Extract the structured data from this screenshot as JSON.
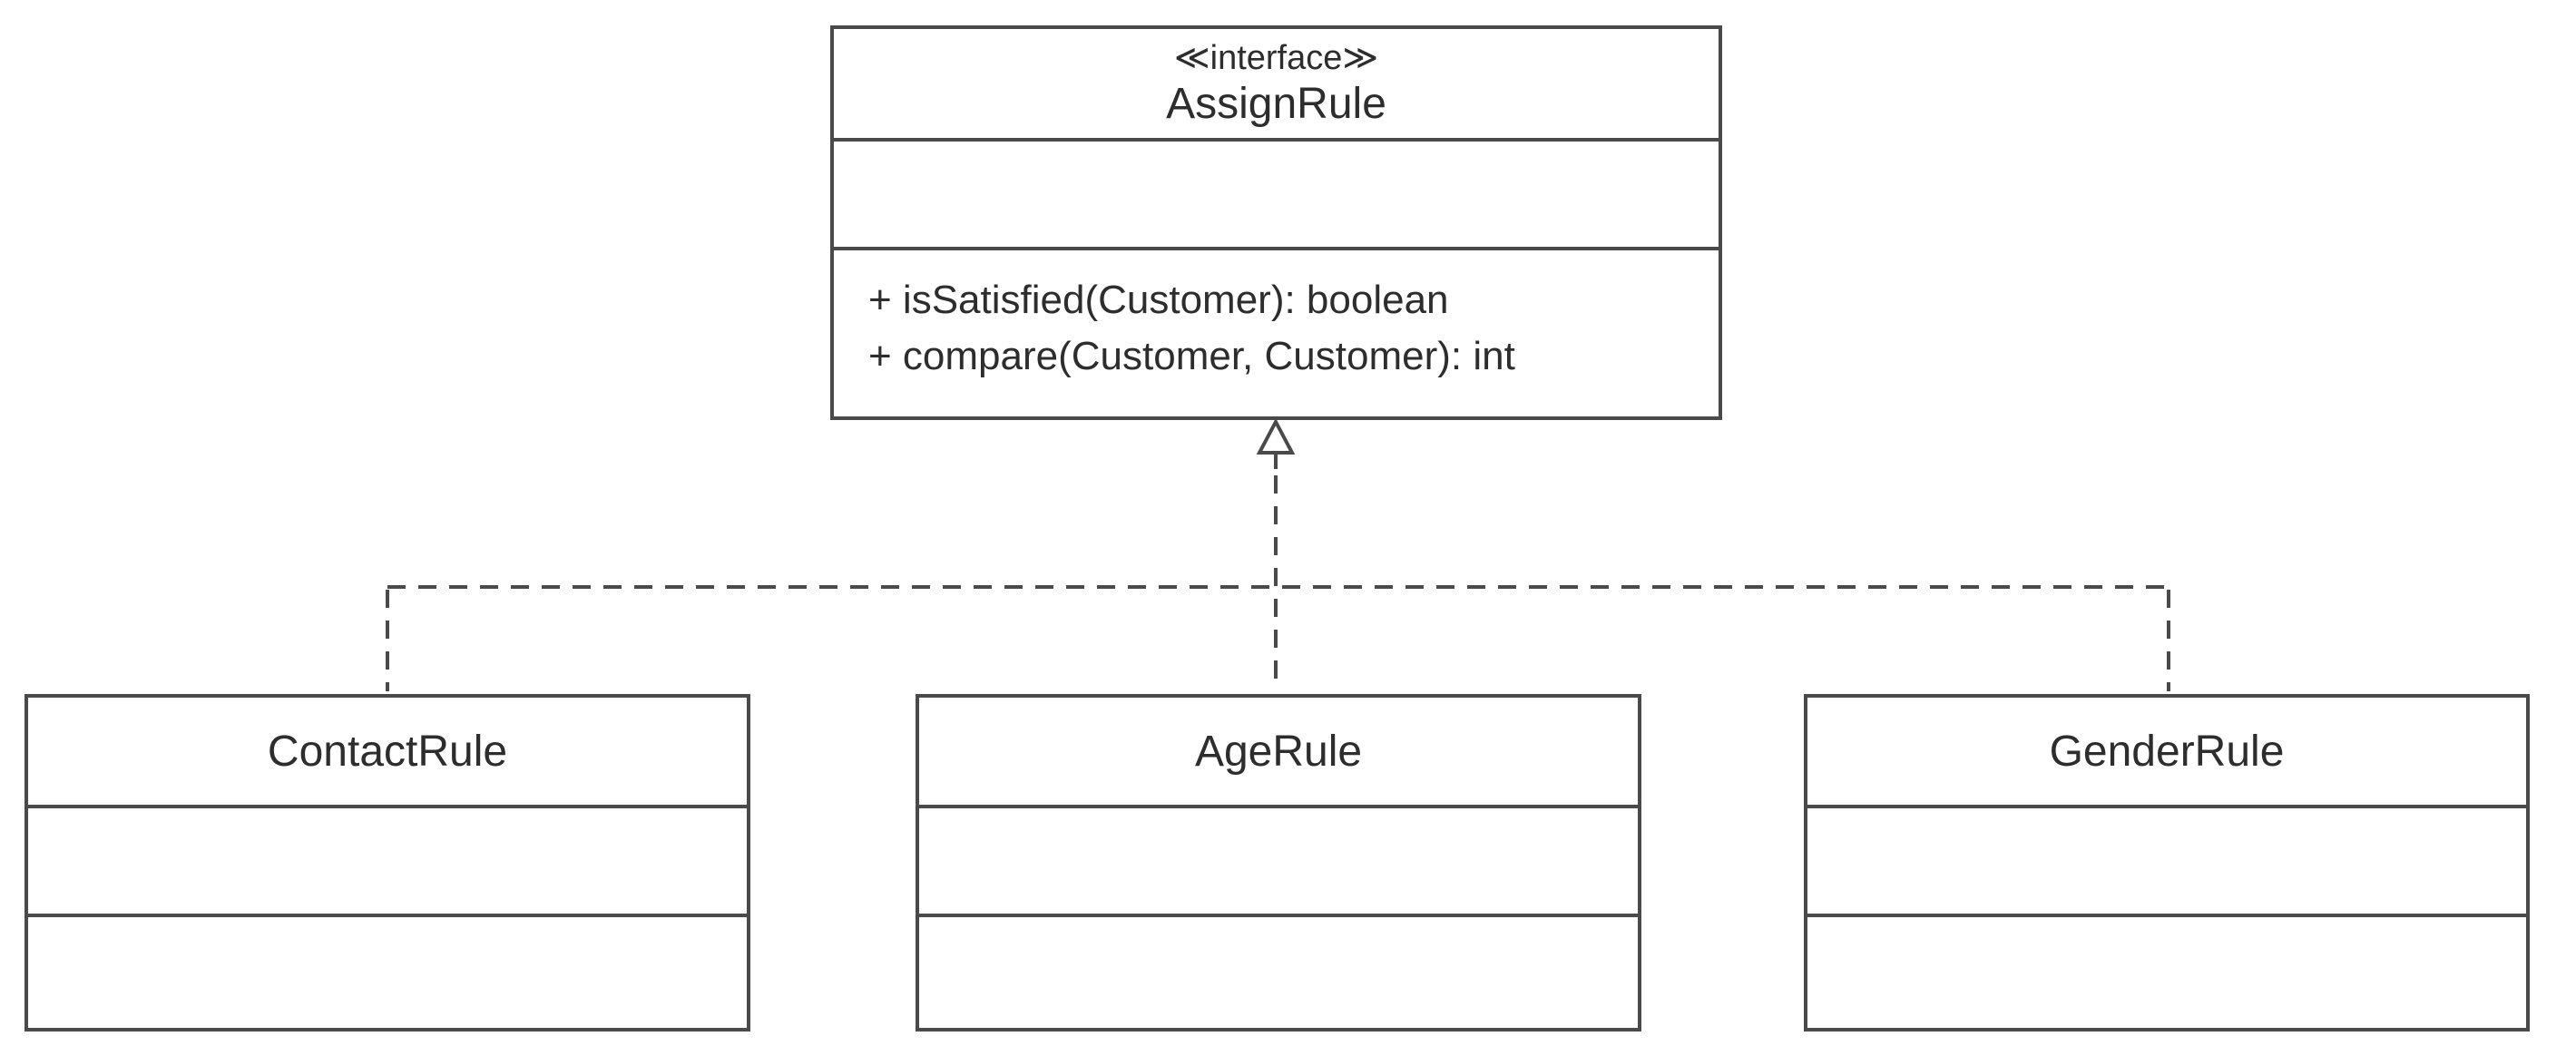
{
  "diagram": {
    "colors": {
      "line": "#4a4a4a",
      "text": "#2d2d2d",
      "background": "#ffffff"
    },
    "interface": {
      "stereotype": "≪interface≫",
      "name": "AssignRule",
      "attributes": [],
      "methods": [
        "+ isSatisfied(Customer): boolean",
        "+ compare(Customer, Customer): int"
      ]
    },
    "classes": [
      {
        "name": "ContactRule",
        "attributes": [],
        "methods": []
      },
      {
        "name": "AgeRule",
        "attributes": [],
        "methods": []
      },
      {
        "name": "GenderRule",
        "attributes": [],
        "methods": []
      }
    ],
    "relationships": [
      {
        "type": "realization",
        "from": "ContactRule",
        "to": "AssignRule",
        "style": "dashed-hollow-triangle"
      },
      {
        "type": "realization",
        "from": "AgeRule",
        "to": "AssignRule",
        "style": "dashed-hollow-triangle"
      },
      {
        "type": "realization",
        "from": "GenderRule",
        "to": "AssignRule",
        "style": "dashed-hollow-triangle"
      }
    ]
  }
}
